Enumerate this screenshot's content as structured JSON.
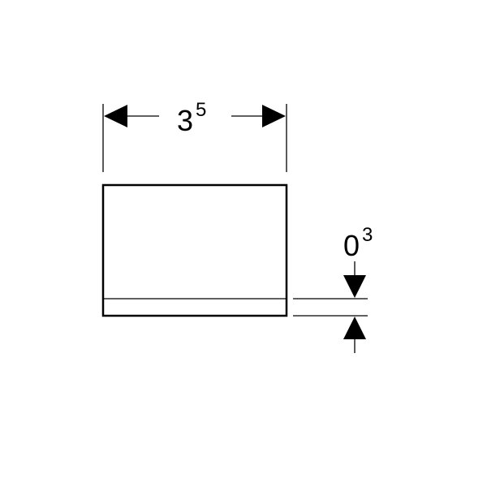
{
  "drawing": {
    "line_color": "#000000",
    "background": "#ffffff"
  },
  "width_dimension": {
    "value": "3",
    "superscript": "5"
  },
  "thickness_dimension": {
    "value": "0",
    "superscript": "3"
  }
}
